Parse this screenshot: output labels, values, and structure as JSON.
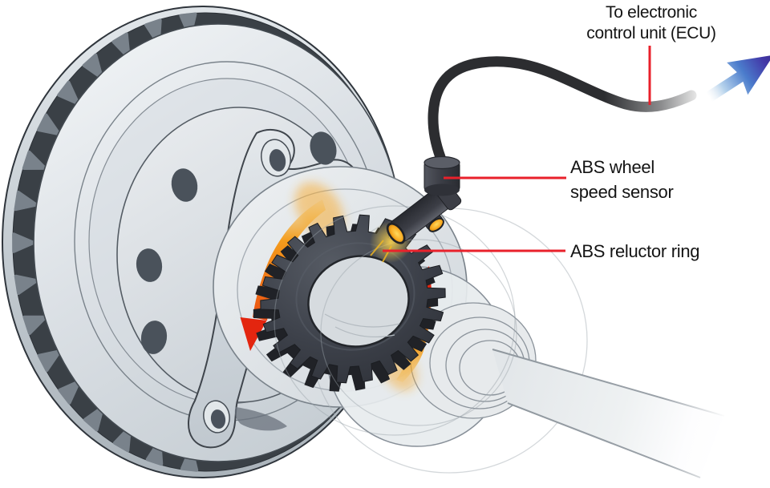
{
  "labels": {
    "ecu": {
      "line1": "To electronic",
      "line2": "control unit (ECU)"
    },
    "sensor": {
      "line1": "ABS wheel",
      "line2": "speed sensor"
    },
    "reluctor": {
      "text": "ABS reluctor ring"
    }
  },
  "colors": {
    "leader_line_red": "#e9212b",
    "rotation_arrow_orange": "#f49c1c",
    "rotation_arrow_red": "#e42a10",
    "ecu_arrow_blue_light": "#b5d2ec",
    "ecu_arrow_blue_dark": "#3b2e91",
    "sensor_tip_gold": "#ffc52e",
    "reluctor_ring_dark": "#3a3e46",
    "disc_light_gray": "#dde2e6",
    "disc_vent_dark": "#3a4046",
    "cable_dark": "#2c2d30"
  }
}
